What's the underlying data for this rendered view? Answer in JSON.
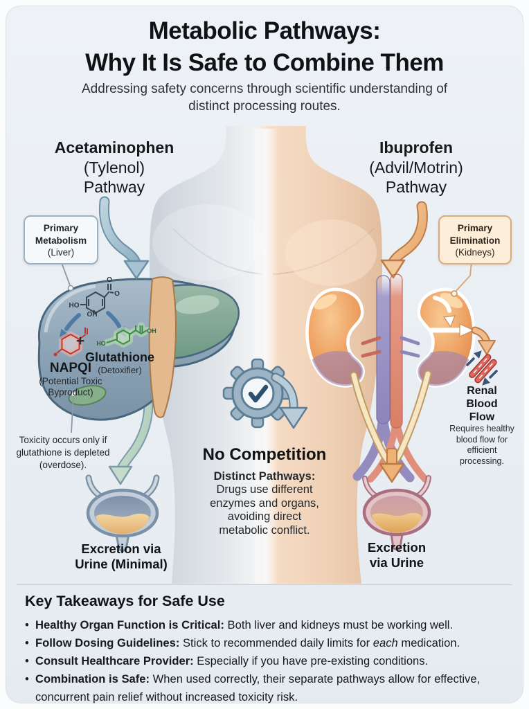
{
  "header": {
    "title_line1": "Metabolic Pathways:",
    "title_line2": "Why It Is Safe to Combine Them",
    "subtitle": "Addressing safety concerns through scientific understanding of distinct processing routes."
  },
  "left": {
    "drug": "Acetaminophen",
    "brand": "(Tylenol)",
    "pathway": "Pathway",
    "callout_title": "Primary Metabolism",
    "callout_sub": "(Liver)",
    "napqi_name": "NAPQI",
    "napqi_desc": "(Potential Toxic Byproduct)",
    "plus": "+",
    "glutathione_name": "Glutathione",
    "glutathione_desc": "(Detoxifier)",
    "toxicity_note": "Toxicity occurs only if glutathione is depleted (overdose).",
    "excretion": "Excretion via Urine (Minimal)"
  },
  "right": {
    "drug": "Ibuprofen",
    "brand": "(Advil/Motrin)",
    "pathway": "Pathway",
    "callout_title": "Primary Elimination",
    "callout_sub": "(Kidneys)",
    "renal_title": "Renal Blood Flow",
    "renal_note": "Requires healthy blood flow for efficient processing.",
    "excretion": "Excretion via Urine"
  },
  "center": {
    "heading": "No Competition",
    "subheading": "Distinct Pathways:",
    "body": "Drugs use different enzymes and organs, avoiding direct metabolic conflict."
  },
  "molecule": {
    "ho": "HO",
    "oh": "OH",
    "o": "O"
  },
  "takeaways": {
    "heading": "Key Takeaways for Safe Use",
    "items": [
      {
        "bold": "Healthy Organ Function is Critical:",
        "pre": " Both liver and kidneys must be working well.",
        "italic": "",
        "post": ""
      },
      {
        "bold": "Follow Dosing Guidelines:",
        "pre": " Stick to recommended daily limits for ",
        "italic": "each",
        "post": " medication."
      },
      {
        "bold": "Consult Healthcare Provider:",
        "pre": " Especially if you have pre-existing conditions.",
        "italic": "",
        "post": ""
      },
      {
        "bold": "Combination is Safe:",
        "pre": " When used correctly, their separate pathways allow for effective, concurrent pain relief without increased toxicity risk.",
        "italic": "",
        "post": ""
      }
    ]
  },
  "colors": {
    "card_bg": "#e9eef3",
    "steel": "#5c7d94",
    "orange_accent": "#bc7a44",
    "green_accent": "#7d9aa8",
    "napqi_red": "#c0392b",
    "glutathione_green": "#3f8a4a",
    "kidney_orange": "#ed9f60",
    "kidney_purple": "#9b82b2"
  }
}
